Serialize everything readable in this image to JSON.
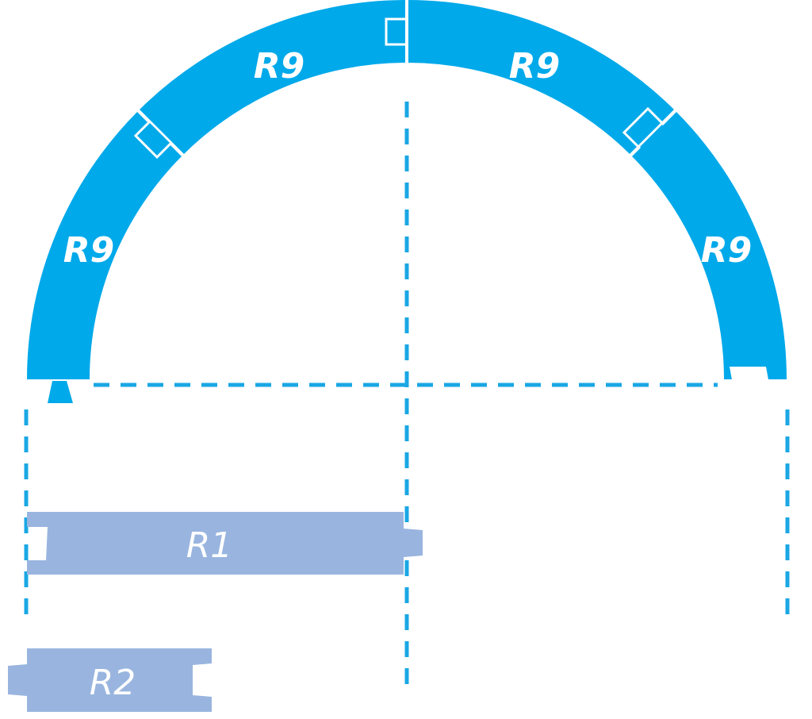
{
  "colors": {
    "curve_track": "#00a9ea",
    "straight_track": "#99b5df",
    "guide_line": "#1aa7e4",
    "background": "#ffffff"
  },
  "curved_pieces": [
    {
      "label": "R9"
    },
    {
      "label": "R9"
    },
    {
      "label": "R9"
    },
    {
      "label": "R9"
    }
  ],
  "straight_pieces": [
    {
      "label": "R1"
    },
    {
      "label": "R2"
    }
  ]
}
